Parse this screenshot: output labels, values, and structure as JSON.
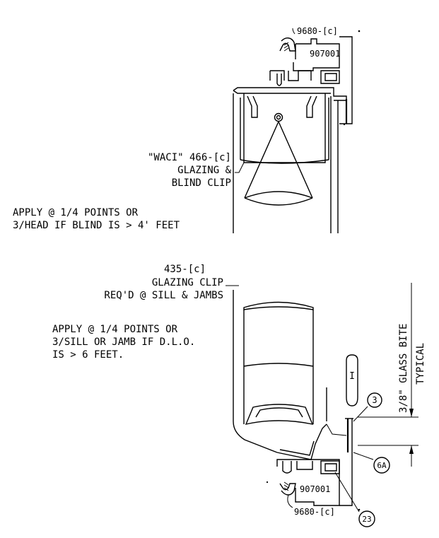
{
  "top": {
    "part_top_label": "9680-[c]",
    "part_top_number": "907001",
    "waci_label": "\"WACI\" 466-[c]",
    "glazing_label": "GLAZING &",
    "blind_clip_label": "BLIND CLIP",
    "note_line1": "APPLY @ 1/4 POINTS OR",
    "note_line2": "3/HEAD IF BLIND IS > 4' FEET"
  },
  "bottom": {
    "clip_part": "435-[c]",
    "clip_label": "GLAZING CLIP",
    "clip_req": "REQ'D @ SILL & JAMBS",
    "note_line1": "APPLY @ 1/4 POINTS OR",
    "note_line2": "3/SILL OR JAMB IF D.L.O.",
    "note_line3": "IS > 6 FEET.",
    "bite_label": "3/8\" GLASS BITE",
    "bite_typical": "TYPICAL",
    "callout_3": "3",
    "callout_6a": "6A",
    "callout_23": "23",
    "part_number": "907001",
    "part_label": "9680-[c]",
    "sill_mark": "I"
  }
}
